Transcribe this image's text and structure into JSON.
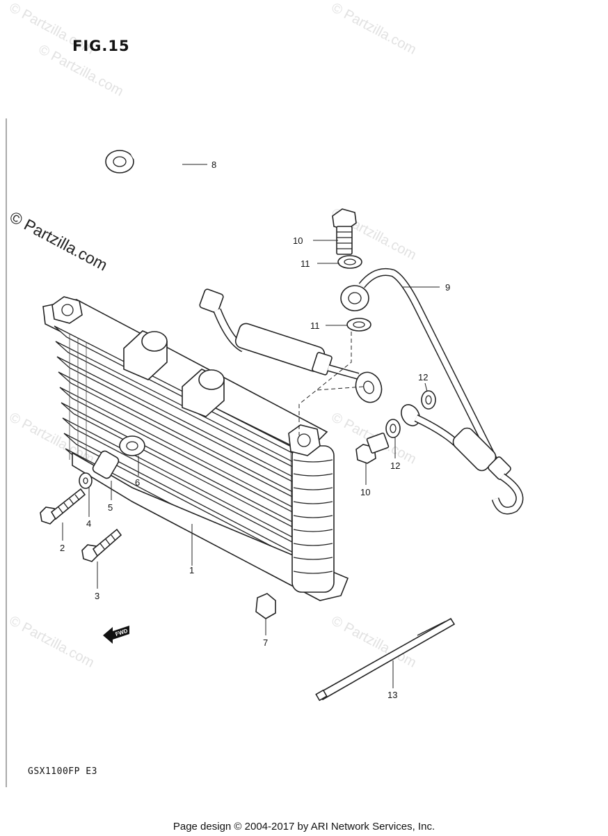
{
  "figure_title": "FIG.15",
  "model_code": "GSX1100FP E3",
  "footer": "Page design © 2004-2017 by ARI Network Services, Inc.",
  "watermark": "© Partzilla.com",
  "fwd_arrow_text": "FWD",
  "callouts": [
    {
      "id": "1",
      "label": "1"
    },
    {
      "id": "2",
      "label": "2"
    },
    {
      "id": "3",
      "label": "3"
    },
    {
      "id": "4",
      "label": "4"
    },
    {
      "id": "5",
      "label": "5"
    },
    {
      "id": "6",
      "label": "6"
    },
    {
      "id": "7",
      "label": "7"
    },
    {
      "id": "8",
      "label": "8"
    },
    {
      "id": "9",
      "label": "9"
    },
    {
      "id": "10a",
      "label": "10"
    },
    {
      "id": "10b",
      "label": "10"
    },
    {
      "id": "11a",
      "label": "11"
    },
    {
      "id": "11b",
      "label": "11"
    },
    {
      "id": "12a",
      "label": "12"
    },
    {
      "id": "12b",
      "label": "12"
    },
    {
      "id": "13",
      "label": "13"
    }
  ]
}
